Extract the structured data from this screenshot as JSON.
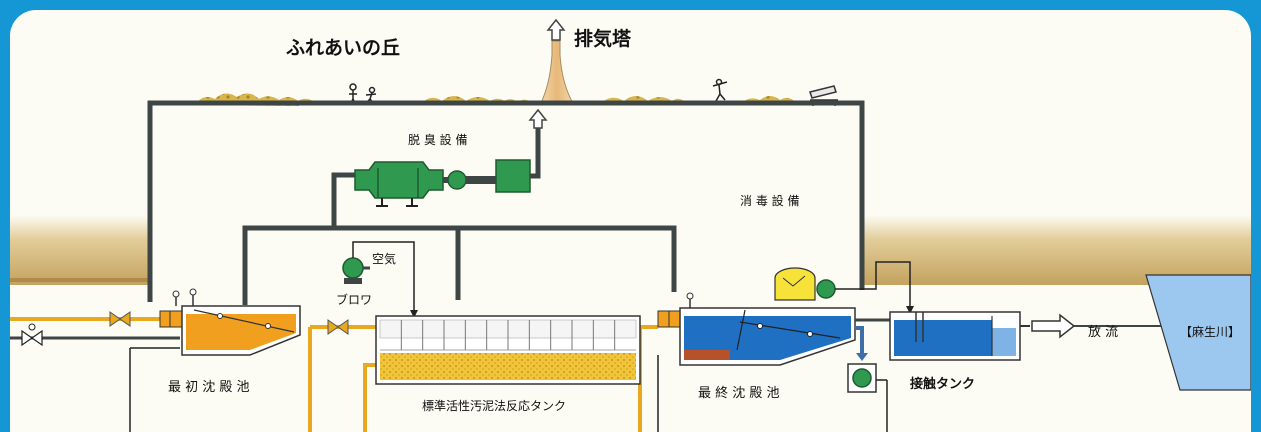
{
  "labels": {
    "hill": "ふれあいの丘",
    "exhaust_tower": "排気塔",
    "deodorizer": "脱 臭 設 備",
    "disinfection": "消 毒 設 備",
    "air": "空気",
    "blower": "ブロワ",
    "primary_tank": "最 初 沈 殿 池",
    "reaction_tank": "標準活性汚泥法反応タンク",
    "final_tank": "最 終 沈 殿 池",
    "contact_tank": "接触タンク",
    "discharge": "放 流",
    "river": "【麻生川】"
  },
  "colors": {
    "frame": "#1597d6",
    "background": "#fdfcf4",
    "pipe_dark": "#3d4545",
    "pipe_yellow": "#e8a820",
    "primary_sludge": "#f0a01e",
    "final_water": "#1f6fc2",
    "equipment_green": "#2f9a4f",
    "ground": "#c8a96a",
    "river": "#9cc7ee",
    "shrub": "#d9b84a",
    "tower": "#e9c089"
  }
}
